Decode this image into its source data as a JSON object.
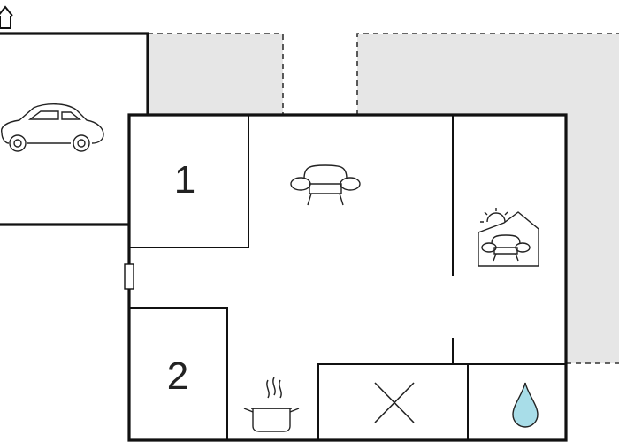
{
  "plan": {
    "rooms": [
      {
        "id": "bedroom-1",
        "label": "1"
      },
      {
        "id": "bedroom-2",
        "label": "2"
      }
    ],
    "icons": [
      "house-icon",
      "car-icon",
      "sofa-icon",
      "terrace-sofa-sun-icon",
      "cooking-pot-icon",
      "cross-icon",
      "water-drop-icon"
    ],
    "colors": {
      "wall": "#111111",
      "outdoor_fill": "#e6e6e6",
      "dashed_line": "#333333",
      "water_drop": "#a8dde8",
      "background": "#ffffff"
    }
  }
}
